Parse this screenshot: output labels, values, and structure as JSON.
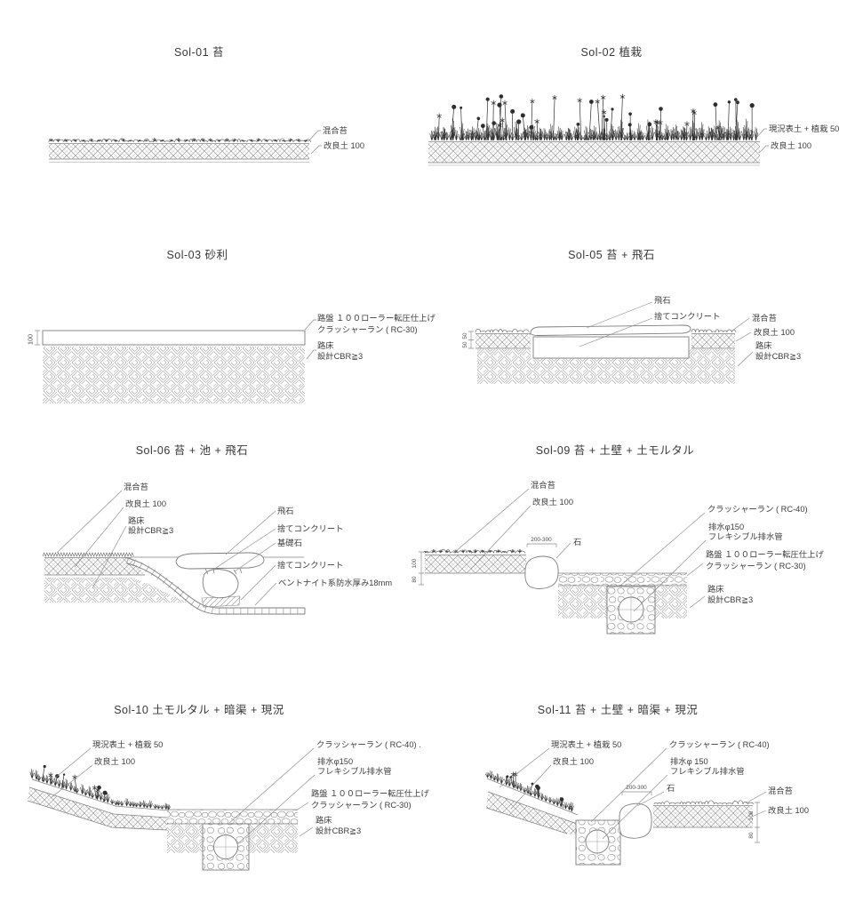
{
  "sheet": {
    "background": "#ffffff"
  },
  "panels": [
    {
      "id": "sol-01",
      "title": "Sol-01 苔",
      "labels": {
        "moss": "混合苔",
        "soil": "改良土 100"
      }
    },
    {
      "id": "sol-02",
      "title": "Sol-02 植栽",
      "labels": {
        "topsoil": "現況表土 + 植栽 50",
        "soil": "改良土 100"
      }
    },
    {
      "id": "sol-03",
      "title": "Sol-03 砂利",
      "labels": {
        "base_line1": "路盤 １００ローラー転圧仕上げ",
        "base_line2": "クラッシャーラン ( RC-30)",
        "subgrade_line1": "路床",
        "subgrade_line2": "設計CBR≧3"
      },
      "dims": {
        "height": "100"
      }
    },
    {
      "id": "sol-05",
      "title": "Sol-05 苔 + 飛石",
      "labels": {
        "stepping_stone": "飛石",
        "lean_concrete": "捨てコンクリート",
        "moss": "混合苔",
        "soil": "改良土 100",
        "subgrade_line1": "路床",
        "subgrade_line2": "設計CBR≧3"
      },
      "dims": {
        "upper": "50",
        "lower": "50"
      }
    },
    {
      "id": "sol-06",
      "title": "Sol-06 苔 + 池 + 飛石",
      "labels": {
        "moss": "混合苔",
        "soil": "改良土 100",
        "subgrade_line1": "路床",
        "subgrade_line2": "設計CBR≧3",
        "stepping_stone": "飛石",
        "lean_concrete_upper": "捨てコンクリート",
        "foundation_stone": "基礎石",
        "lean_concrete_lower": "捨てコンクリート",
        "liner": "ベントナイト系防水厚み18mm"
      }
    },
    {
      "id": "sol-09",
      "title": "Sol-09 苔 + 土壁 + 土モルタル",
      "labels": {
        "moss": "混合苔",
        "soil": "改良土 100",
        "stone": "石",
        "crusher_run_40": "クラッシャーラン ( RC-40)",
        "drain_line1": "排水φ150",
        "drain_line2": "フレキシブル排水管",
        "base_line1": "路盤 １００ローラー転圧仕上げ",
        "base_line2": "クラッシャーラン ( RC-30)",
        "subgrade_line1": "路床",
        "subgrade_line2": "設計CBR≧3"
      },
      "dims": {
        "stone_width": "200-300",
        "upper": "100",
        "lower": "80"
      }
    },
    {
      "id": "sol-10",
      "title": "Sol-10 土モルタル + 暗渠 + 現況",
      "labels": {
        "topsoil": "現況表土 + 植栽 50",
        "soil": "改良土 100",
        "crusher_run_40": "クラッシャーラン ( RC-40) .",
        "drain_line1": "排水φ150",
        "drain_line2": "フレキシブル排水管",
        "base_line1": "路盤 １００ローラー転圧仕上げ",
        "base_line2": "クラッシャーラン ( RC-30)",
        "subgrade_line1": "路床",
        "subgrade_line2": "設計CBR≧3"
      }
    },
    {
      "id": "sol-11",
      "title": "Sol-11 苔 + 土壁 + 暗渠 + 現況",
      "labels": {
        "topsoil": "現況表土 + 植栽 50",
        "soil": "改良土 100",
        "crusher_run_40": "クラッシャーラン ( RC-40)",
        "drain_line1": "排水φ 150",
        "drain_line2": "フレキシブル排水管",
        "stone": "石",
        "moss": "混合苔",
        "soil_right": "改良土 100"
      },
      "dims": {
        "stone_width": "200-300",
        "upper": "100",
        "lower": "80"
      }
    }
  ]
}
